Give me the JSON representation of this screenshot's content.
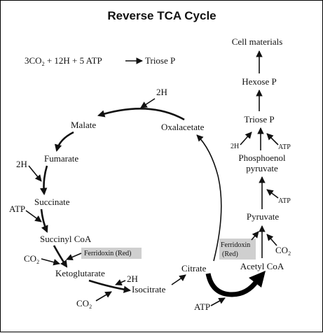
{
  "title": "Reverse TCA Cycle",
  "equation": {
    "text_a": "3CO",
    "sub_a": "2",
    "text_b": " + 12H + 5 ATP",
    "product": "Triose P"
  },
  "cycle": {
    "malate": "Malate",
    "fumarate": "Fumarate",
    "succinate": "Succinate",
    "succinyl_coa": "Succinyl CoA",
    "ketoglutarate": "Ketoglutarate",
    "isocitrate": "Isocitrate",
    "citrate": "Citrate",
    "oxalacetate": "Oxalacetate"
  },
  "pathway": {
    "cell_materials": "Cell materials",
    "hexose_p": "Hexose P",
    "triose_p": "Triose P",
    "phosphoenol_1": "Phosphoenol",
    "phosphoenol_2": "pyruvate",
    "pyruvate": "Pyruvate",
    "acetyl_coa": "Acetyl CoA"
  },
  "inputs": {
    "h2_top": "2H",
    "h2_fumarate": "2H",
    "atp_succinate": "ATP",
    "co2_ketoglutarate": "CO",
    "h2_isocitrate": "2H",
    "co2_isocitrate": "CO",
    "atp_citrate": "ATP",
    "h2_triose": "2H",
    "atp_triose": "ATP",
    "atp_pyruvate": "ATP",
    "co2_pyruvate": "CO",
    "sub_2": "2"
  },
  "ferredoxin_cycle": "Ferridoxin (Red)",
  "ferredoxin_path_1": "Ferridoxin",
  "ferredoxin_path_2": "(Red)"
}
